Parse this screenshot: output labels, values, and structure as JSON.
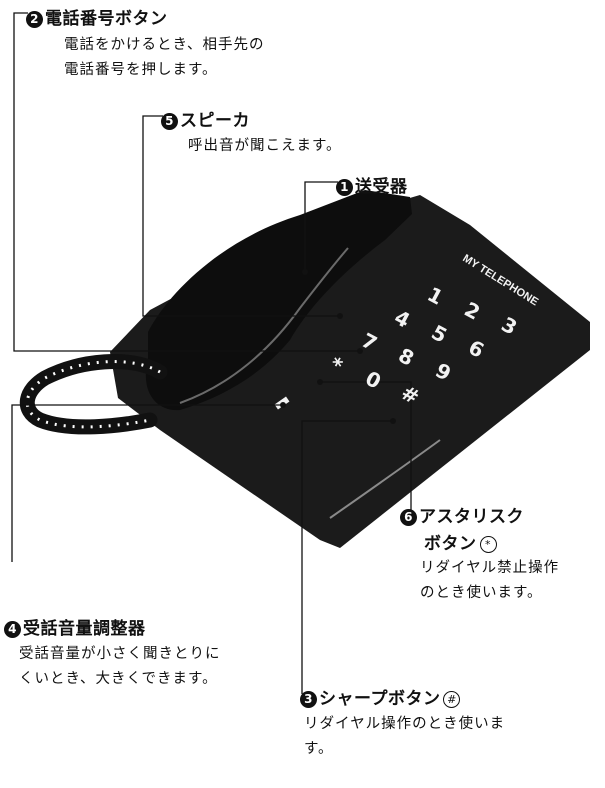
{
  "device": {
    "brand": "MY TELEPHONE",
    "keys": [
      "1",
      "2",
      "3",
      "4",
      "5",
      "6",
      "7",
      "8",
      "9",
      "*",
      "0",
      "#"
    ]
  },
  "callouts": [
    {
      "num": "1",
      "title": "送受器",
      "desc": []
    },
    {
      "num": "2",
      "title": "電話番号ボタン",
      "desc": [
        "電話をかけるとき、相手先の",
        "電話番号を押します。"
      ]
    },
    {
      "num": "3",
      "title": "シャープボタン",
      "symbol": "#",
      "desc": [
        "リダイヤル操作のとき使いま",
        "す。"
      ]
    },
    {
      "num": "4",
      "title": "受話音量調整器",
      "desc": [
        "受話音量が小さく聞きとりに",
        "くいとき、大きくできます。"
      ]
    },
    {
      "num": "5",
      "title": "スピーカ",
      "desc": [
        "呼出音が聞こえます。"
      ]
    },
    {
      "num": "6",
      "title": "アスタリスク",
      "title2": "ボタン",
      "symbol": "*",
      "desc": [
        "リダイヤル禁止操作",
        "のとき使います。"
      ]
    }
  ],
  "colors": {
    "ink": "#111111",
    "body": "#1b1b1b",
    "key": "#f2f2f2",
    "paper": "#ffffff"
  }
}
